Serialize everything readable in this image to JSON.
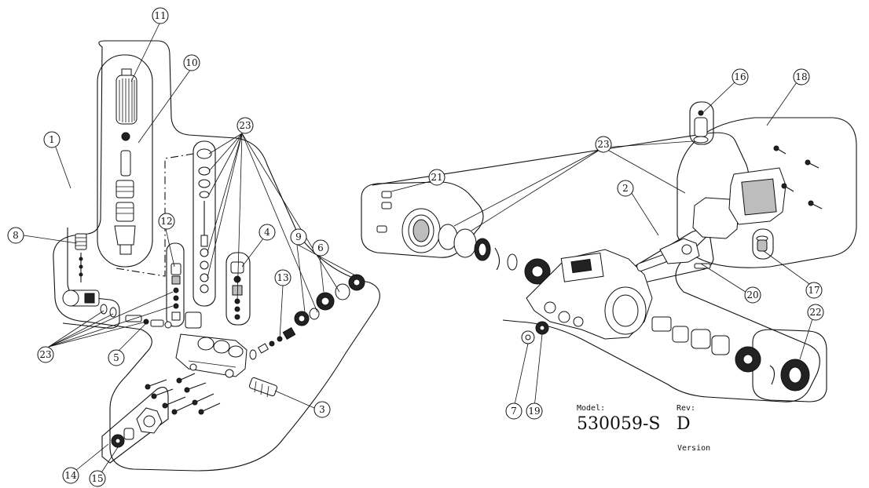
{
  "balloons": {
    "b1": "1",
    "b2": "2",
    "b3": "3",
    "b4": "4",
    "b5": "5",
    "b6": "6",
    "b7": "7",
    "b8": "8",
    "b9": "9",
    "b10": "10",
    "b11": "11",
    "b12": "12",
    "b13": "13",
    "b14": "14",
    "b15": "15",
    "b16": "16",
    "b17": "17",
    "b18": "18",
    "b19": "19",
    "b20": "20",
    "b21": "21",
    "b22": "22",
    "b23a": "23",
    "b23b": "23",
    "b23c": "23"
  },
  "title_block": {
    "model_label": "Model:",
    "model_value": "530059-S",
    "rev_label": "Rev:",
    "rev_value": "D",
    "version_label": "Version"
  }
}
